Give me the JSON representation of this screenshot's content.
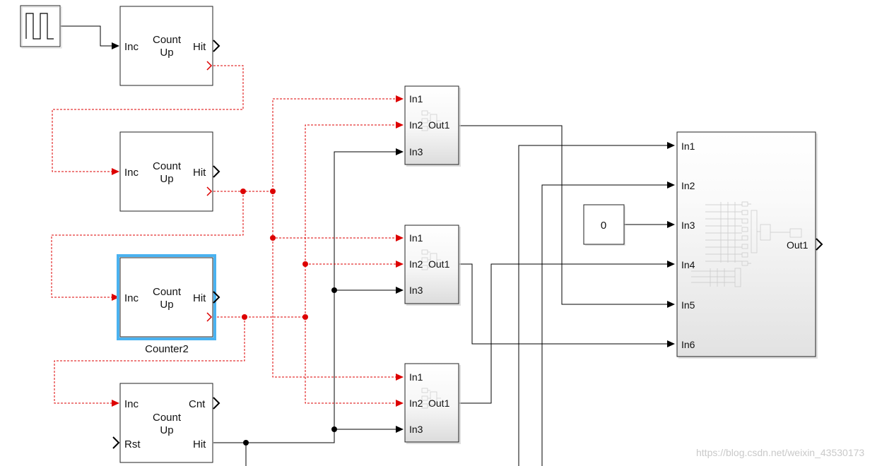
{
  "colors": {
    "signal": "#000000",
    "event": "#dd0000",
    "selection": "#4ab2f0",
    "block_border": "#222222"
  },
  "pulse": {
    "icon": "pulse-generator-icon"
  },
  "counters": [
    {
      "inc": "Inc",
      "title_1": "Count",
      "title_2": "Up",
      "hit": "Hit"
    },
    {
      "inc": "Inc",
      "title_1": "Count",
      "title_2": "Up",
      "hit": "Hit"
    },
    {
      "inc": "Inc",
      "title_1": "Count",
      "title_2": "Up",
      "hit": "Hit",
      "name": "Counter2"
    },
    {
      "inc": "Inc",
      "title_1": "Count",
      "title_2": "Up",
      "cnt": "Cnt",
      "rst": "Rst",
      "hit": "Hit"
    }
  ],
  "logic_blocks": [
    {
      "in1": "In1",
      "in2": "In2",
      "in3": "In3",
      "out1": "Out1"
    },
    {
      "in1": "In1",
      "in2": "In2",
      "in3": "In3",
      "out1": "Out1"
    },
    {
      "in1": "In1",
      "in2": "In2",
      "in3": "In3",
      "out1": "Out1"
    }
  ],
  "big_block": {
    "inputs": [
      "In1",
      "In2",
      "In3",
      "In4",
      "In5",
      "In6"
    ],
    "out1": "Out1"
  },
  "constant": {
    "value": "0"
  },
  "watermark": "https://blog.csdn.net/weixin_43530173"
}
